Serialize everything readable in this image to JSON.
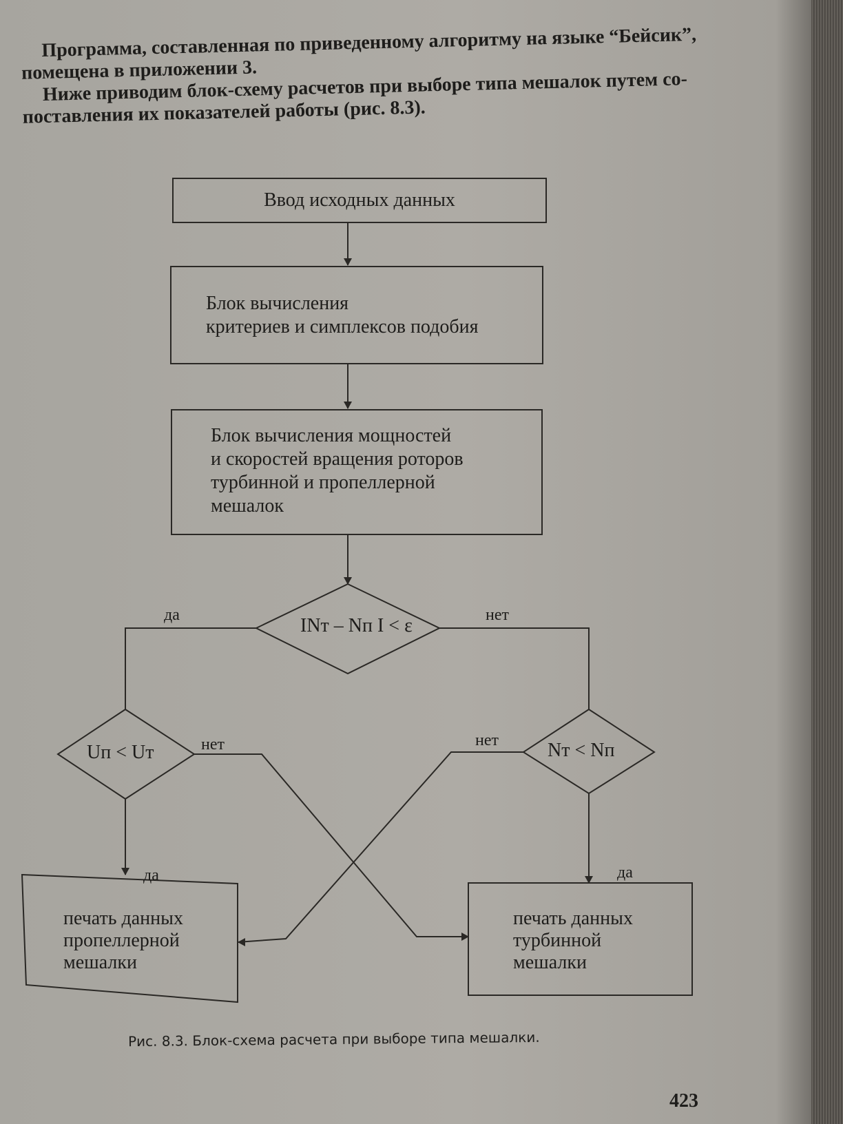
{
  "intro": {
    "line1": "Программа, составленная по приведенному алгоритму на языке “Бейсик”,",
    "line2": "помещена в приложении 3.",
    "line3": "Ниже приводим блок-схему расчетов при выборе типа мешалок путем со-",
    "line4": "поставления их показателей работы (рис. 8.3)."
  },
  "flowchart": {
    "input_box": "Ввод исходных данных",
    "criteria_box": {
      "line1": "Блок вычисления",
      "line2": "критериев и симплексов подобия"
    },
    "power_box": {
      "line1": "Блок вычисления мощностей",
      "line2": "и скоростей вращения роторов",
      "line3": "турбинной и пропеллерной",
      "line4": "мешалок"
    },
    "decision_main": "INт – Nп I < ε",
    "decision_left": "Uп < Uт",
    "decision_right": "Nт < Nп",
    "yes_label": "да",
    "no_label": "нет",
    "print_propeller": {
      "line1": "печать данных",
      "line2": "пропеллерной",
      "line3": "мешалки"
    },
    "print_turbine": {
      "line1": "печать данных",
      "line2": "турбинной",
      "line3": "мешалки"
    }
  },
  "caption": "Рис. 8.3. Блок-схема расчета при выборе типа мешалки.",
  "page_number": "423"
}
